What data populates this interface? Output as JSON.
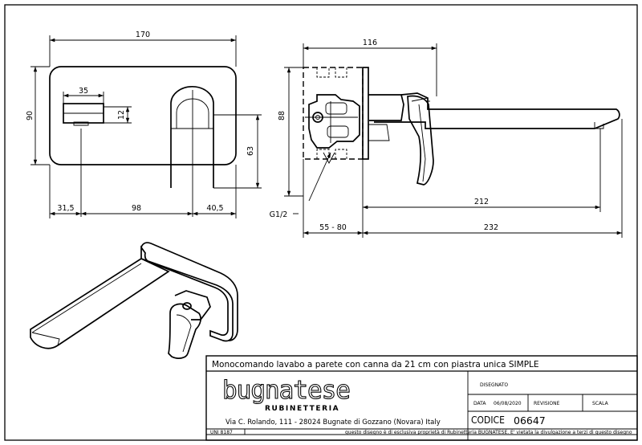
{
  "dimensions": {
    "front_width": "170",
    "front_height": "90",
    "outlet_width": "35",
    "outlet_height": "12",
    "lever_height": "63",
    "left_offset": "31,5",
    "center_span": "98",
    "right_offset": "40,5",
    "side_depth": "116",
    "side_height": "88",
    "spout_reach": "212",
    "total_length": "232",
    "body_depth": "55 - 80",
    "thread": "G1/2"
  },
  "title_block": {
    "title": "Monocomando lavabo a parete con canna da 21 cm con piastra unica SIMPLE",
    "brand": "bugnatese",
    "brand_sub": "RUBINETTERIA",
    "address": "Via C. Rolando, 111 - 28024 Bugnate di Gozzano (Novara) Italy",
    "disegnato_label": "DISEGNATO",
    "data_label": "DATA",
    "data_value": "06/08/2020",
    "revisione_label": "REVISIONE",
    "scala_label": "SCALA",
    "codice_label": "CODICE",
    "codice_value": "06647",
    "uni": "UNI 8187",
    "disclaimer": "questo disegno è di esclusiva proprietà di Rubinetteria BUGNATESE. E' vietata la divulgazione a terzi di questo disegno"
  }
}
